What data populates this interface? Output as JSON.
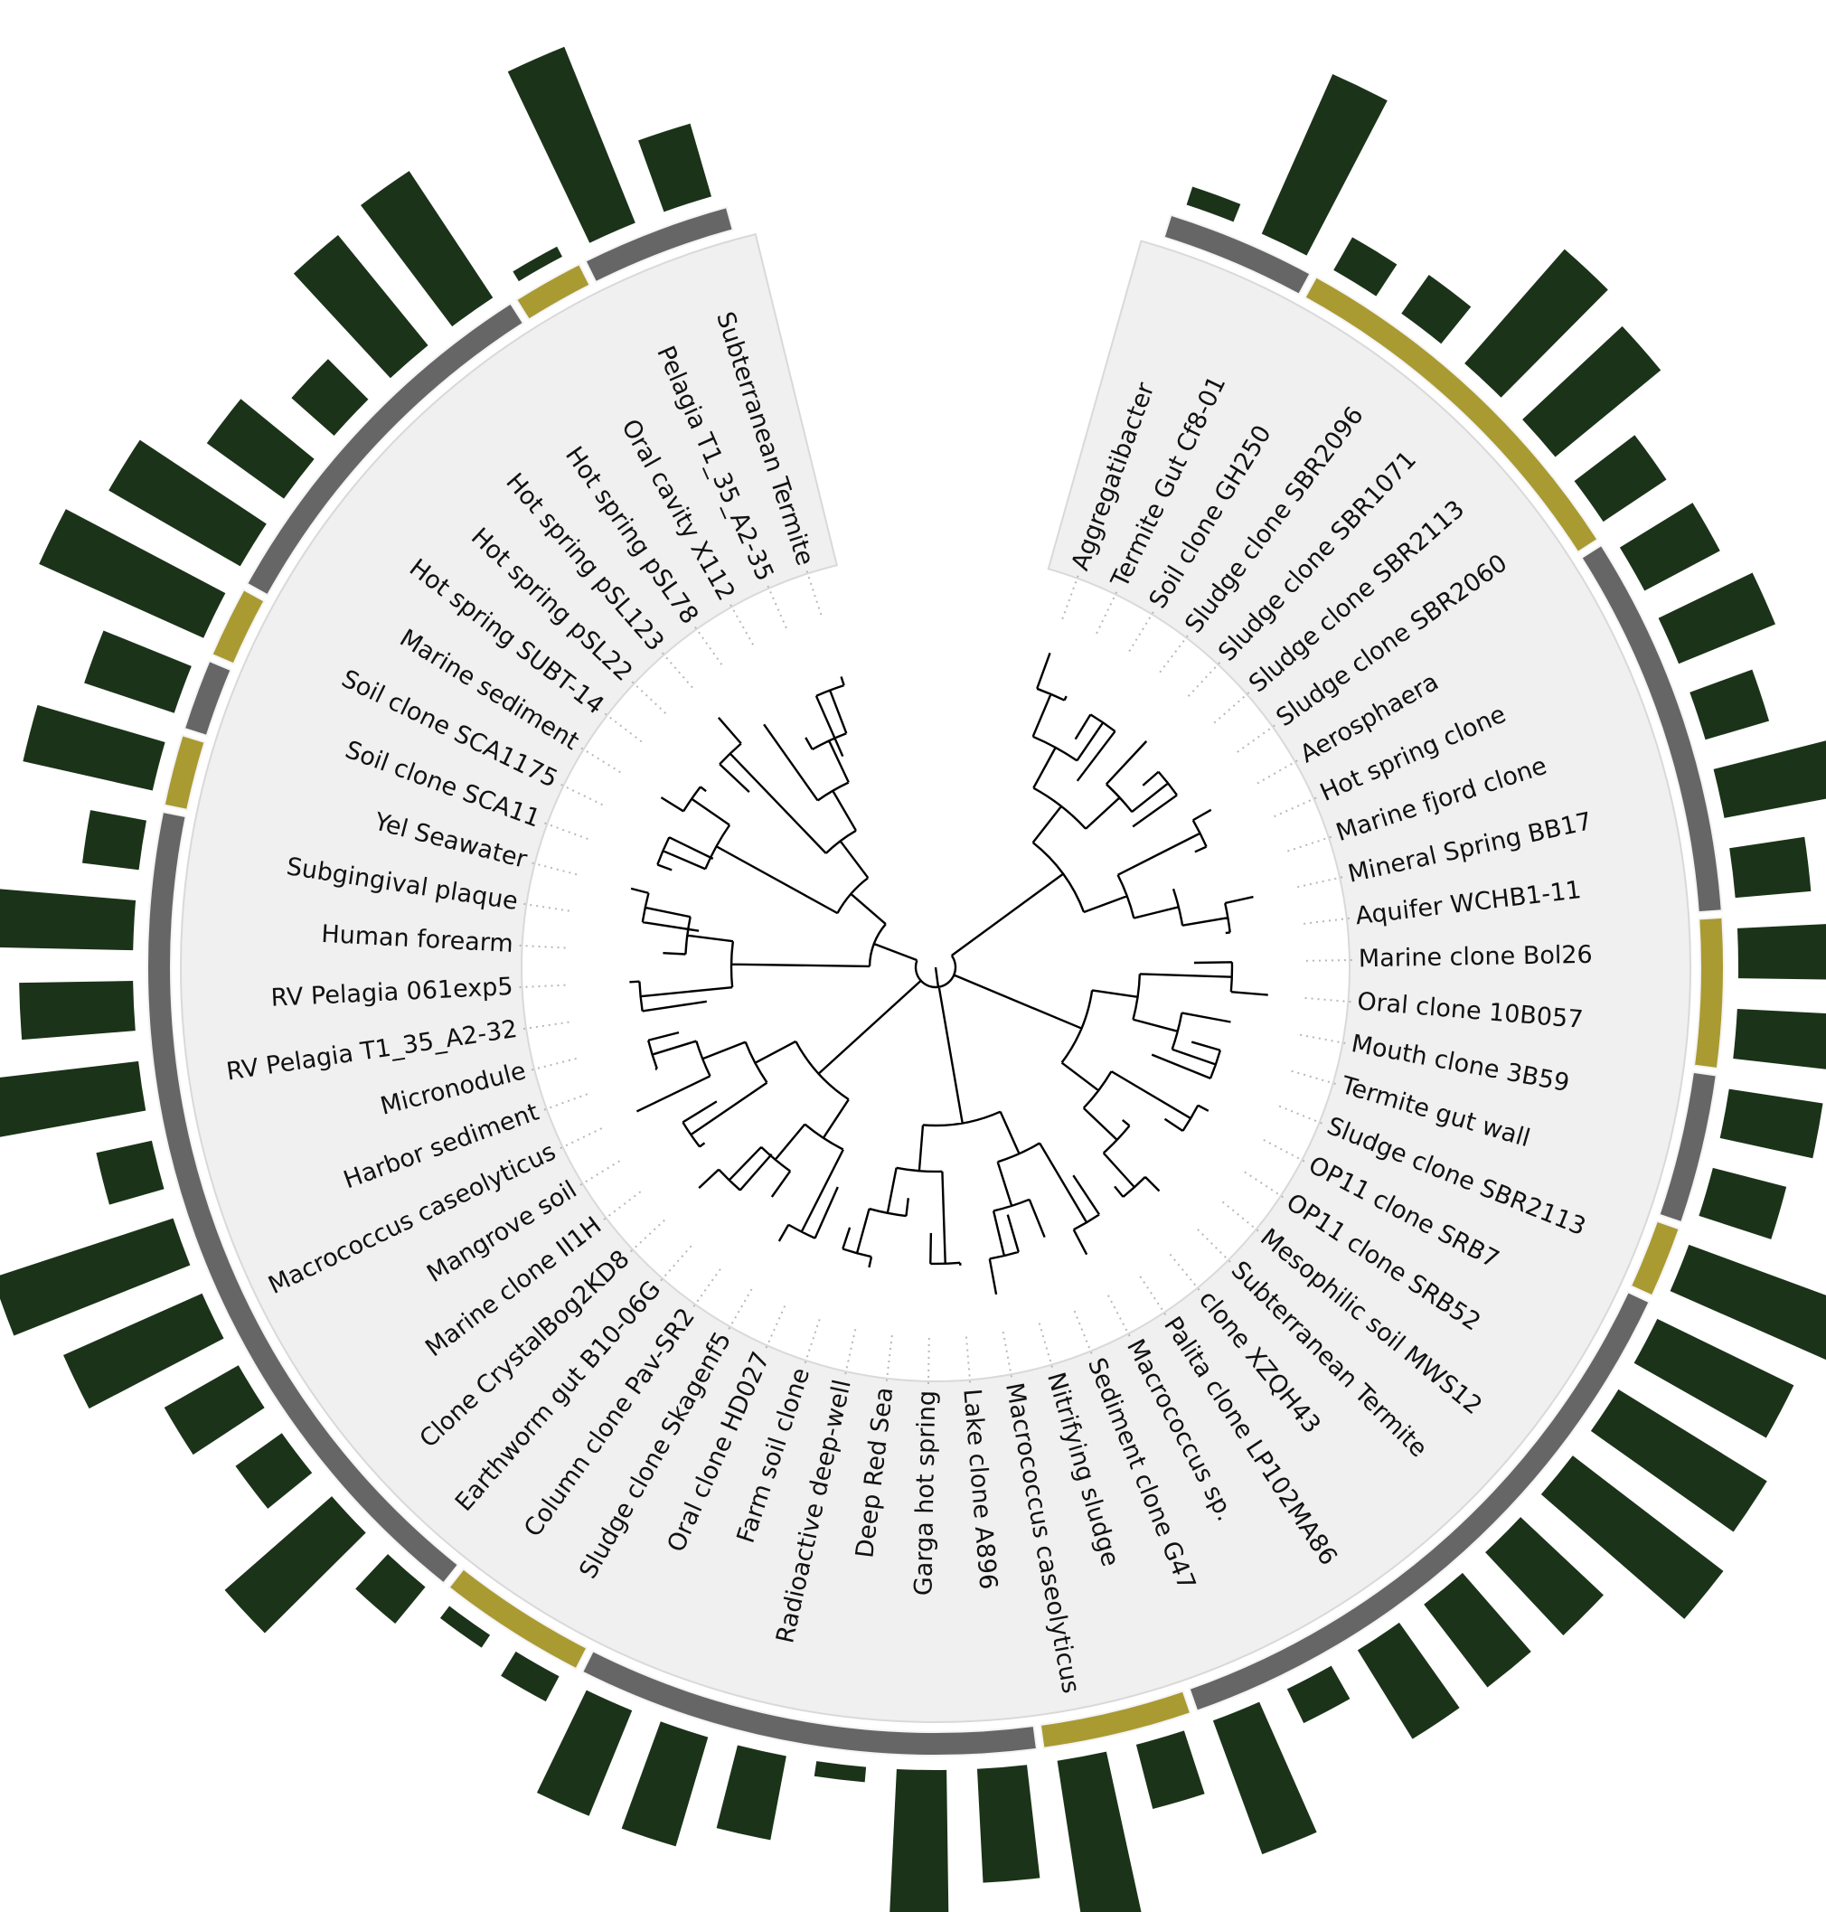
{
  "colors": {
    "background_wedge": "#f0f0f0",
    "wedge_stroke": "#d9d9d9",
    "branch": "#000000",
    "guide": "#b8b8b8",
    "bar": "#1b3319",
    "ring_gray": "#666666",
    "ring_gold": "#a99a32"
  },
  "leaves": [
    {
      "label": "Aggregatibacter",
      "ring": "gray",
      "bar": 0.1
    },
    {
      "label": "Termite Gut Cf8-01",
      "ring": "gray",
      "bar": 0.92
    },
    {
      "label": "Soil clone GH250",
      "ring": "gold",
      "bar": 0.2
    },
    {
      "label": "Sludge clone SBR2096",
      "ring": "gold",
      "bar": 0.25
    },
    {
      "label": "Sludge clone SBR1071",
      "ring": "gold",
      "bar": 0.8
    },
    {
      "label": "Sludge clone SBR2113",
      "ring": "gold",
      "bar": 0.72
    },
    {
      "label": "Sludge clone SBR2060",
      "ring": "gold",
      "bar": 0.4
    },
    {
      "label": "Aerosphaera",
      "ring": "gray",
      "bar": 0.45
    },
    {
      "label": "Hot spring clone",
      "ring": "gray",
      "bar": 0.55
    },
    {
      "label": "Marine fjord clone",
      "ring": "gray",
      "bar": 0.35
    },
    {
      "label": "Mineral Spring BB17",
      "ring": "gray",
      "bar": 0.85
    },
    {
      "label": "Aquifer WCHB1-11",
      "ring": "gray",
      "bar": 0.4
    },
    {
      "label": "Marine clone Bol26",
      "ring": "gold",
      "bar": 0.6
    },
    {
      "label": "Oral clone 10B057",
      "ring": "gold",
      "bar": 0.75
    },
    {
      "label": "Mouth clone 3B59",
      "ring": "gray",
      "bar": 0.5
    },
    {
      "label": "Termite gut wall",
      "ring": "gray",
      "bar": 0.4
    },
    {
      "label": "Sludge clone SBR2113",
      "ring": "gold",
      "bar": 0.95
    },
    {
      "label": "OP11 clone SRB7",
      "ring": "gray",
      "bar": 0.8
    },
    {
      "label": "OP11 clone SRB52",
      "ring": "gray",
      "bar": 0.92
    },
    {
      "label": "Mesophilic soil MWS12",
      "ring": "gray",
      "bar": 1.0
    },
    {
      "label": "Subterranean Termite",
      "ring": "gray",
      "bar": 0.6
    },
    {
      "label": "clone XZQH43",
      "ring": "gray",
      "bar": 0.55
    },
    {
      "label": "Palita clone LP102MA86",
      "ring": "gray",
      "bar": 0.55
    },
    {
      "label": "Macrococcus sp.",
      "ring": "gray",
      "bar": 0.2
    },
    {
      "label": "Sediment clone G47",
      "ring": "gray",
      "bar": 0.75
    },
    {
      "label": "Nitrifying sludge",
      "ring": "gold",
      "bar": 0.35
    },
    {
      "label": "Macrococcus caseolyticus",
      "ring": "gold",
      "bar": 0.9
    },
    {
      "label": "Lake clone A896",
      "ring": "gray",
      "bar": 0.6
    },
    {
      "label": "Garga hot spring",
      "ring": "gray",
      "bar": 1.0
    },
    {
      "label": "Deep Red Sea",
      "ring": "gray",
      "bar": 0.08
    },
    {
      "label": "Radioactive deep-well",
      "ring": "gray",
      "bar": 0.45
    },
    {
      "label": "Farm soil clone",
      "ring": "gray",
      "bar": 0.6
    },
    {
      "label": "Oral clone HD027",
      "ring": "gray",
      "bar": 0.6
    },
    {
      "label": "Sludge clone Skagenf5",
      "ring": "gold",
      "bar": 0.15
    },
    {
      "label": "Column clone Pav-SR2",
      "ring": "gold",
      "bar": 0.08
    },
    {
      "label": "Earthworm gut B10-06G",
      "ring": "gray",
      "bar": 0.25
    },
    {
      "label": "Clone CrystalBog2KD8",
      "ring": "gray",
      "bar": 0.75
    },
    {
      "label": "Marine clone II1H",
      "ring": "gray",
      "bar": 0.3
    },
    {
      "label": "Mangrove soil",
      "ring": "gray",
      "bar": 0.45
    },
    {
      "label": "Macrococcus caseolyticus",
      "ring": "gray",
      "bar": 0.8
    },
    {
      "label": "Harbor sediment",
      "ring": "gray",
      "bar": 1.0
    },
    {
      "label": "Micronodule",
      "ring": "gray",
      "bar": 0.3
    },
    {
      "label": "RV Pelagia T1_35_A2-32",
      "ring": "gray",
      "bar": 0.9
    },
    {
      "label": "RV Pelagia 061exp5",
      "ring": "gray",
      "bar": 0.6
    },
    {
      "label": "Human forearm",
      "ring": "gray",
      "bar": 0.75
    },
    {
      "label": "Subgingival plaque",
      "ring": "gray",
      "bar": 0.3
    },
    {
      "label": "Yel Seawater",
      "ring": "gold",
      "bar": 0.7
    },
    {
      "label": "Soil clone SCA11",
      "ring": "gray",
      "bar": 0.5
    },
    {
      "label": "Soil clone SCA1175",
      "ring": "gold",
      "bar": 0.95
    },
    {
      "label": "Marine sediment",
      "ring": "gray",
      "bar": 0.8
    },
    {
      "label": "Hot spring SUBT-14",
      "ring": "gray",
      "bar": 0.5
    },
    {
      "label": "Hot spring pSL22",
      "ring": "gray",
      "bar": 0.3
    },
    {
      "label": "Hot spring pSL123",
      "ring": "gray",
      "bar": 0.75
    },
    {
      "label": "Hot spring pSL78",
      "ring": "gray",
      "bar": 0.8
    },
    {
      "label": "Oral cavity X112",
      "ring": "gold",
      "bar": 0.06
    },
    {
      "label": "Pelagia T1_35_A2-35",
      "ring": "gray",
      "bar": 1.0
    },
    {
      "label": "Subterranean Termite",
      "ring": "gray",
      "bar": 0.4
    }
  ]
}
